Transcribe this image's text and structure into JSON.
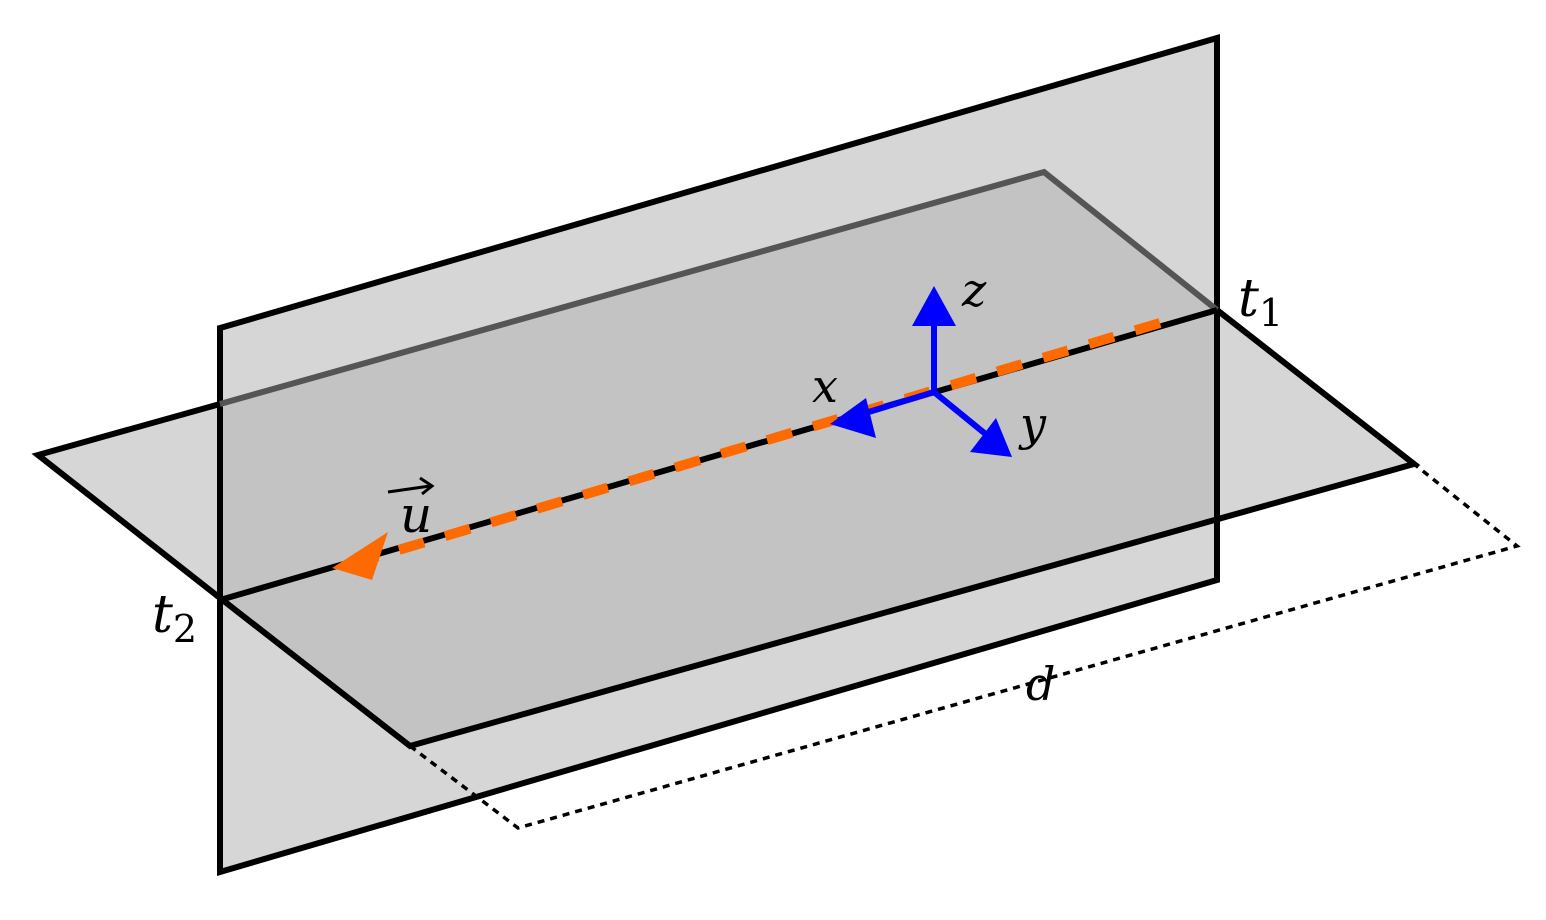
{
  "labels": {
    "t1_base": "t",
    "t1_sub": "1",
    "t2_base": "t",
    "t2_sub": "2",
    "u_vector": "u",
    "axis_x": "x",
    "axis_y": "y",
    "axis_z": "z",
    "distance": "d"
  },
  "colors": {
    "plane_fill": "#c8c8c8",
    "plane_stroke": "#000000",
    "hidden_edge": "#555555",
    "intersection_line": "#000000",
    "u_vector": "#ff6a00",
    "axes": "#0000ff",
    "dotted_guide": "#000000"
  }
}
